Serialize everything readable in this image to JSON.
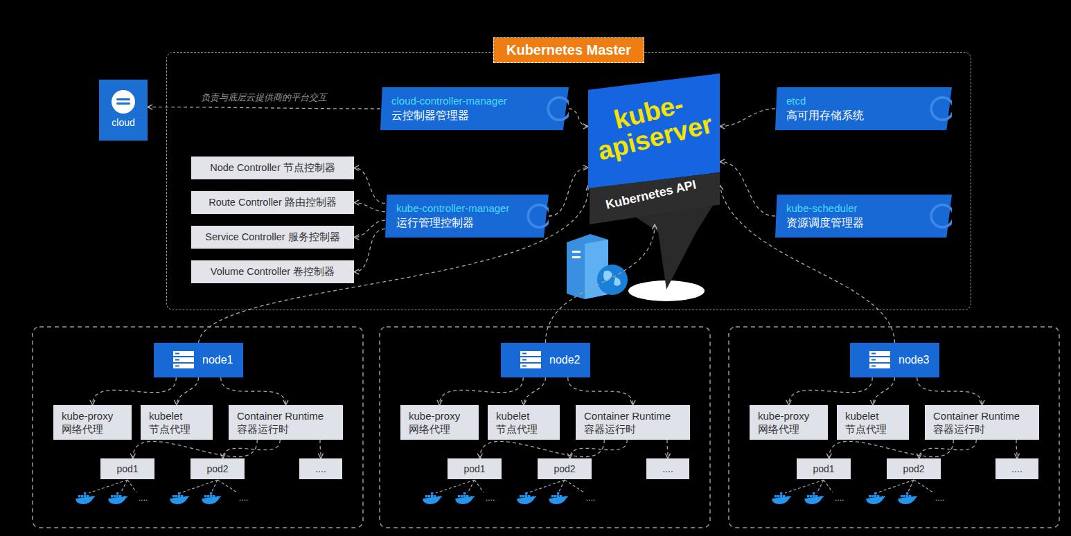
{
  "diagram": {
    "nodes": [
      {
        "text": [
          "Kubernetes Master"
        ]
      },
      {
        "text": [
          "cloud"
        ]
      },
      {
        "text": [
          "cloud-controller-manager",
          "云控制器管理器"
        ],
        "in": 0
      },
      {
        "text": [
          "kube-apiserver"
        ],
        "in": 0
      },
      {
        "text": [
          "Kubernetes API"
        ],
        "in": 0
      },
      {
        "text": [
          "etcd",
          "高可用存储系统"
        ],
        "in": 0
      },
      {
        "text": [
          "Node Controller 节点控制器"
        ],
        "in": 0
      },
      {
        "text": [
          "Route Controller 路由控制器"
        ],
        "in": 0
      },
      {
        "text": [
          "kube-controller-manager",
          "运行管理控制器"
        ],
        "in": 0
      },
      {
        "text": [
          "Service Controller 服务控制器"
        ],
        "in": 0
      },
      {
        "text": [
          "Volume Controller 卷控制器"
        ],
        "in": 0
      },
      {
        "text": [
          "kube-scheduler",
          "资源调度管理器"
        ],
        "in": 0
      },
      {
        "text": [
          "node1"
        ]
      },
      {
        "text": [
          "kube-proxy",
          "网络代理"
        ]
      },
      {
        "text": [
          "kubelet",
          "节点代理"
        ]
      },
      {
        "text": [
          "Container Runtime",
          "容器运行时"
        ]
      },
      {
        "text": [
          "pod1"
        ]
      },
      {
        "text": [
          "pod2"
        ]
      },
      {
        "text": [
          "...."
        ]
      },
      {
        "text": [
          "node2"
        ]
      },
      {
        "text": [
          "kube-proxy",
          "网络代理"
        ]
      },
      {
        "text": [
          "kubelet",
          "节点代理"
        ]
      },
      {
        "text": [
          "Container Runtime",
          "容器运行时"
        ]
      },
      {
        "text": [
          "pod1"
        ]
      },
      {
        "text": [
          "pod2"
        ]
      },
      {
        "text": [
          "...."
        ]
      },
      {
        "text": [
          "node3"
        ]
      },
      {
        "text": [
          "kube-proxy",
          "网络代理"
        ]
      },
      {
        "text": [
          "kubelet",
          "节点代理"
        ]
      },
      {
        "text": [
          "Container Runtime",
          "容器运行时"
        ]
      },
      {
        "text": [
          "pod1"
        ]
      },
      {
        "text": [
          "pod2"
        ]
      },
      {
        "text": [
          "...."
        ]
      }
    ],
    "edges": [
      {
        "from": 2,
        "to": 1,
        "arrow": "to",
        "label": "负责与底层云提供商的平台交互"
      },
      {
        "from": 2,
        "to": 3,
        "arrow": "to"
      },
      {
        "from": 5,
        "to": 3,
        "arrow": "to"
      },
      {
        "from": 8,
        "to": 3,
        "arrow": "to"
      },
      {
        "from": 8,
        "to": 6,
        "arrow": "to"
      },
      {
        "from": 8,
        "to": 7,
        "arrow": "to"
      },
      {
        "from": 8,
        "to": 9,
        "arrow": "to"
      },
      {
        "from": 8,
        "to": 10,
        "arrow": "to"
      },
      {
        "from": 11,
        "to": 3,
        "arrow": "to"
      },
      {
        "from": 12,
        "to": 3,
        "arrow": "to"
      },
      {
        "from": 19,
        "to": 4,
        "arrow": "to"
      },
      {
        "from": 26,
        "to": 3,
        "arrow": "to"
      },
      {
        "from": 12,
        "to": 13,
        "arrow": "to"
      },
      {
        "from": 12,
        "to": 14,
        "arrow": "to"
      },
      {
        "from": 12,
        "to": 15,
        "arrow": "to"
      },
      {
        "from": 15,
        "to": 16,
        "arrow": "to"
      },
      {
        "from": 15,
        "to": 17,
        "arrow": "to"
      },
      {
        "from": 15,
        "to": 18,
        "arrow": "to"
      },
      {
        "from": 19,
        "to": 20,
        "arrow": "to"
      },
      {
        "from": 19,
        "to": 21,
        "arrow": "to"
      },
      {
        "from": 19,
        "to": 22,
        "arrow": "to"
      },
      {
        "from": 22,
        "to": 23,
        "arrow": "to"
      },
      {
        "from": 22,
        "to": 24,
        "arrow": "to"
      },
      {
        "from": 22,
        "to": 25,
        "arrow": "to"
      },
      {
        "from": 26,
        "to": 27,
        "arrow": "to"
      },
      {
        "from": 26,
        "to": 28,
        "arrow": "to"
      },
      {
        "from": 26,
        "to": 29,
        "arrow": "to"
      },
      {
        "from": 29,
        "to": 30,
        "arrow": "to"
      },
      {
        "from": 29,
        "to": 31,
        "arrow": "to"
      },
      {
        "from": 29,
        "to": 32,
        "arrow": "to"
      }
    ],
    "labels": [
      "....",
      "....",
      "....",
      "....",
      "....",
      "...."
    ]
  }
}
